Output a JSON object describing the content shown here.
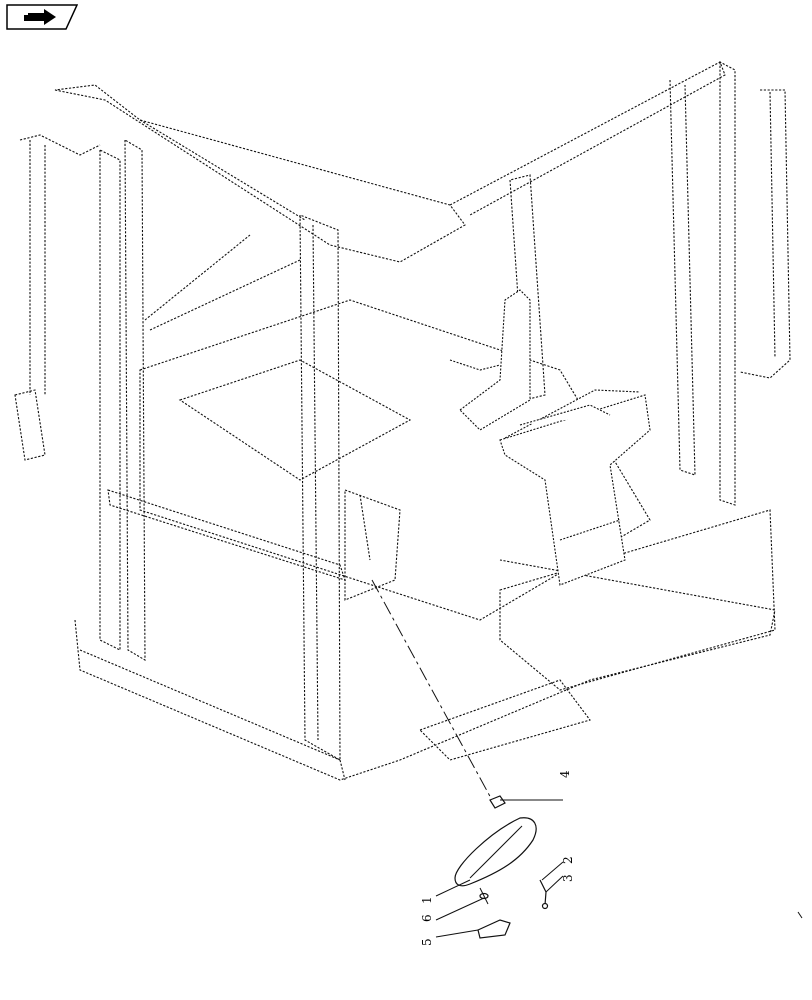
{
  "navigation": {
    "icon": "next-page-arrow-icon"
  },
  "callouts": [
    {
      "id": "callout-1",
      "label": "1"
    },
    {
      "id": "callout-2",
      "label": "2"
    },
    {
      "id": "callout-3",
      "label": "3"
    },
    {
      "id": "callout-4",
      "label": "4"
    },
    {
      "id": "callout-5",
      "label": "5"
    },
    {
      "id": "callout-6",
      "label": "6"
    }
  ]
}
